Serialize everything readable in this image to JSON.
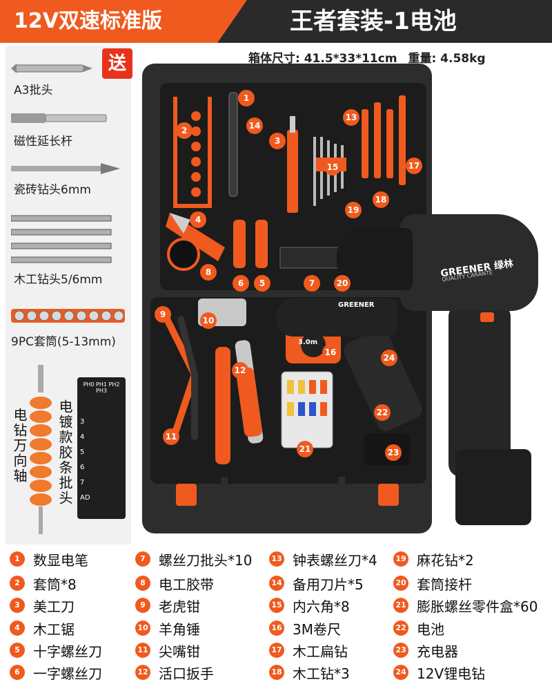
{
  "header": {
    "variant_label": "12V双速标准版",
    "kit_label": "王者套装-1电池"
  },
  "specs": {
    "case_size_label": "箱体尺寸: 41.5*33*11cm",
    "weight_label": "重量: 4.58kg"
  },
  "bonus": {
    "badge": "送",
    "items": [
      {
        "label": "A3批头"
      },
      {
        "label": "磁性延长杆"
      },
      {
        "label": "瓷砖钻头6mm"
      },
      {
        "label": "木工钻头5/6mm"
      },
      {
        "label": "9PC套筒(5-13mm)"
      }
    ],
    "vertical_left": "电钻万向轴",
    "vertical_right": "电镀款胶条批头"
  },
  "bit_labels": {
    "row1": "PH0 PH1 PH2 PH3",
    "col": [
      "3",
      "4",
      "5",
      "6",
      "7",
      "AD"
    ]
  },
  "product_print": {
    "drill_brand": "GREENER 绿林",
    "drill_sub": "QUALITY CARANTE",
    "small_drill_brand": "GREENER",
    "tape_label": "3.0m"
  },
  "markers": [
    "1",
    "2",
    "3",
    "4",
    "5",
    "6",
    "7",
    "8",
    "9",
    "10",
    "11",
    "12",
    "13",
    "14",
    "15",
    "16",
    "17",
    "18",
    "19",
    "20",
    "21",
    "22",
    "23",
    "24"
  ],
  "legend": [
    {
      "num": "1",
      "label": "数显电笔"
    },
    {
      "num": "2",
      "label": "套筒*8"
    },
    {
      "num": "3",
      "label": "美工刀"
    },
    {
      "num": "4",
      "label": "木工锯"
    },
    {
      "num": "5",
      "label": "十字螺丝刀"
    },
    {
      "num": "6",
      "label": "一字螺丝刀"
    },
    {
      "num": "7",
      "label": "螺丝刀批头*10"
    },
    {
      "num": "8",
      "label": "电工胶带"
    },
    {
      "num": "9",
      "label": "老虎钳"
    },
    {
      "num": "10",
      "label": "羊角锤"
    },
    {
      "num": "11",
      "label": "尖嘴钳"
    },
    {
      "num": "12",
      "label": "活口扳手"
    },
    {
      "num": "13",
      "label": "钟表螺丝刀*4"
    },
    {
      "num": "14",
      "label": "备用刀片*5"
    },
    {
      "num": "15",
      "label": "内六角*8"
    },
    {
      "num": "16",
      "label": "3M卷尺"
    },
    {
      "num": "17",
      "label": "木工扁钻"
    },
    {
      "num": "18",
      "label": "木工钻*3"
    },
    {
      "num": "19",
      "label": "麻花钻*2"
    },
    {
      "num": "20",
      "label": "套筒接杆"
    },
    {
      "num": "21",
      "label": "膨胀螺丝零件盒*60"
    },
    {
      "num": "22",
      "label": "电池"
    },
    {
      "num": "23",
      "label": "充电器"
    },
    {
      "num": "24",
      "label": "12V锂电钻"
    }
  ],
  "colors": {
    "accent": "#f05a1e",
    "header_dark": "#2a2a2a",
    "gift_red": "#e8331c"
  }
}
